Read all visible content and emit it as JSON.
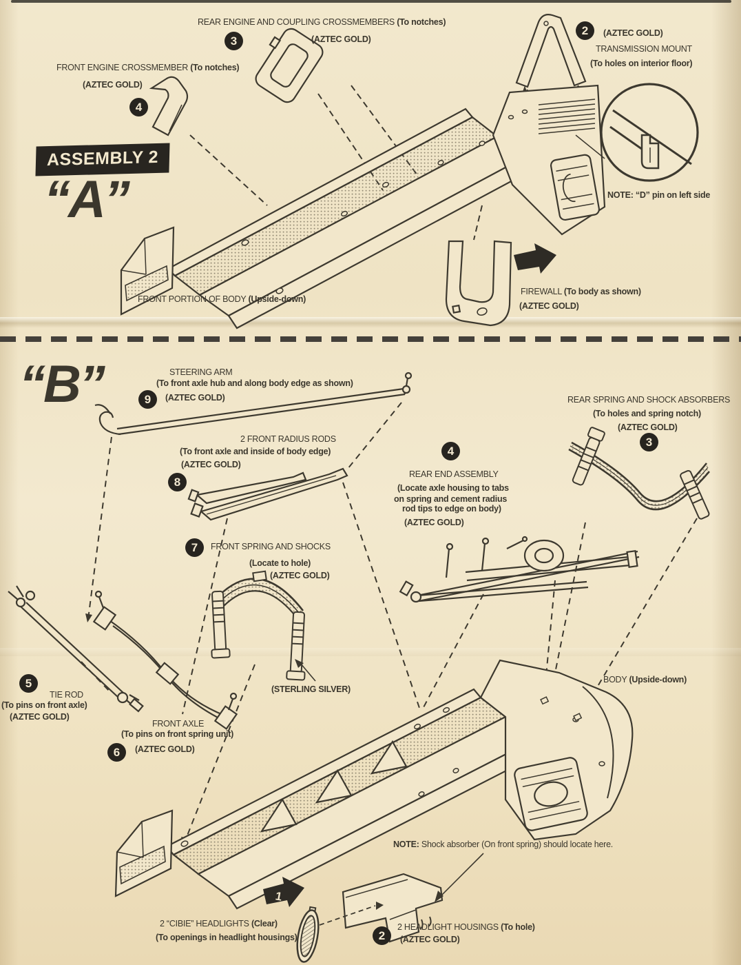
{
  "colors": {
    "paper": "#f0e4c6",
    "ink": "#3b372d",
    "badge_background": "#27241f",
    "badge_text": "#f2e8d0"
  },
  "sheet": {
    "assembly_title": "ASSEMBLY 2",
    "section_a_letter": "“A”",
    "section_b_letter": "“B”"
  },
  "parts_a": {
    "rear_crossmembers": {
      "num": "3",
      "name": "REAR ENGINE AND COUPLING CROSSMEMBERS",
      "dest": "(To notches)",
      "color": "(AZTEC GOLD)"
    },
    "transmission_mount": {
      "num": "2",
      "color": "(AZTEC GOLD)",
      "name": "TRANSMISSION MOUNT",
      "dest": "(To holes on interior floor)"
    },
    "front_crossmember": {
      "num": "4",
      "name": "FRONT ENGINE CROSSMEMBER",
      "dest": "(To notches)",
      "color": "(AZTEC GOLD)"
    },
    "d_pin_note": {
      "bold": "NOTE:",
      "text": "“D” pin on left side"
    },
    "front_portion": {
      "name": "FRONT PORTION OF BODY",
      "dest": "(Upside-down)"
    },
    "firewall": {
      "name": "FIREWALL",
      "dest": "(To body as shown)",
      "color": "(AZTEC GOLD)"
    }
  },
  "parts_b": {
    "steering_arm": {
      "num": "9",
      "name": "STEERING ARM",
      "dest": "(To front axle hub and along body edge as shown)",
      "color": "(AZTEC GOLD)"
    },
    "rear_spring": {
      "num": "3",
      "name": "REAR SPRING AND SHOCK ABSORBERS",
      "dest": "(To holes and spring notch)",
      "color": "(AZTEC GOLD)"
    },
    "radius_rods": {
      "num": "8",
      "name": "2 FRONT RADIUS RODS",
      "dest": "(To front axle and inside of body edge)",
      "color": "(AZTEC GOLD)"
    },
    "rear_end": {
      "num": "4",
      "name": "REAR END ASSEMBLY",
      "dest1": "(Locate axle housing to tabs",
      "dest2": "on spring and cement radius",
      "dest3": "rod tips to edge on body)",
      "color": "(AZTEC GOLD)"
    },
    "front_spring": {
      "num": "7",
      "name": "FRONT SPRING AND SHOCKS",
      "dest": "(Locate to hole)",
      "color": "(AZTEC GOLD)",
      "finish": "(STERLING SILVER)"
    },
    "tie_rod": {
      "num": "5",
      "name": "TIE ROD",
      "dest": "(To pins on front axle)",
      "color": "(AZTEC GOLD)"
    },
    "front_axle": {
      "num": "6",
      "name": "FRONT AXLE",
      "dest": "(To pins on front spring unit)",
      "color": "(AZTEC GOLD)"
    },
    "body_label": {
      "name": "BODY",
      "dest": "(Upside-down)"
    },
    "shock_note": {
      "bold": "NOTE:",
      "text": "Shock absorber (On front spring) should locate here."
    },
    "headlights": {
      "num": "1",
      "name": "2 “CIBIE” HEADLIGHTS",
      "dest": "(Clear)",
      "dest2": "(To openings in headlight housings)"
    },
    "housings": {
      "num": "2",
      "name": "2 HEADLIGHT HOUSINGS",
      "dest": "(To hole)",
      "color": "(AZTEC GOLD)"
    }
  }
}
